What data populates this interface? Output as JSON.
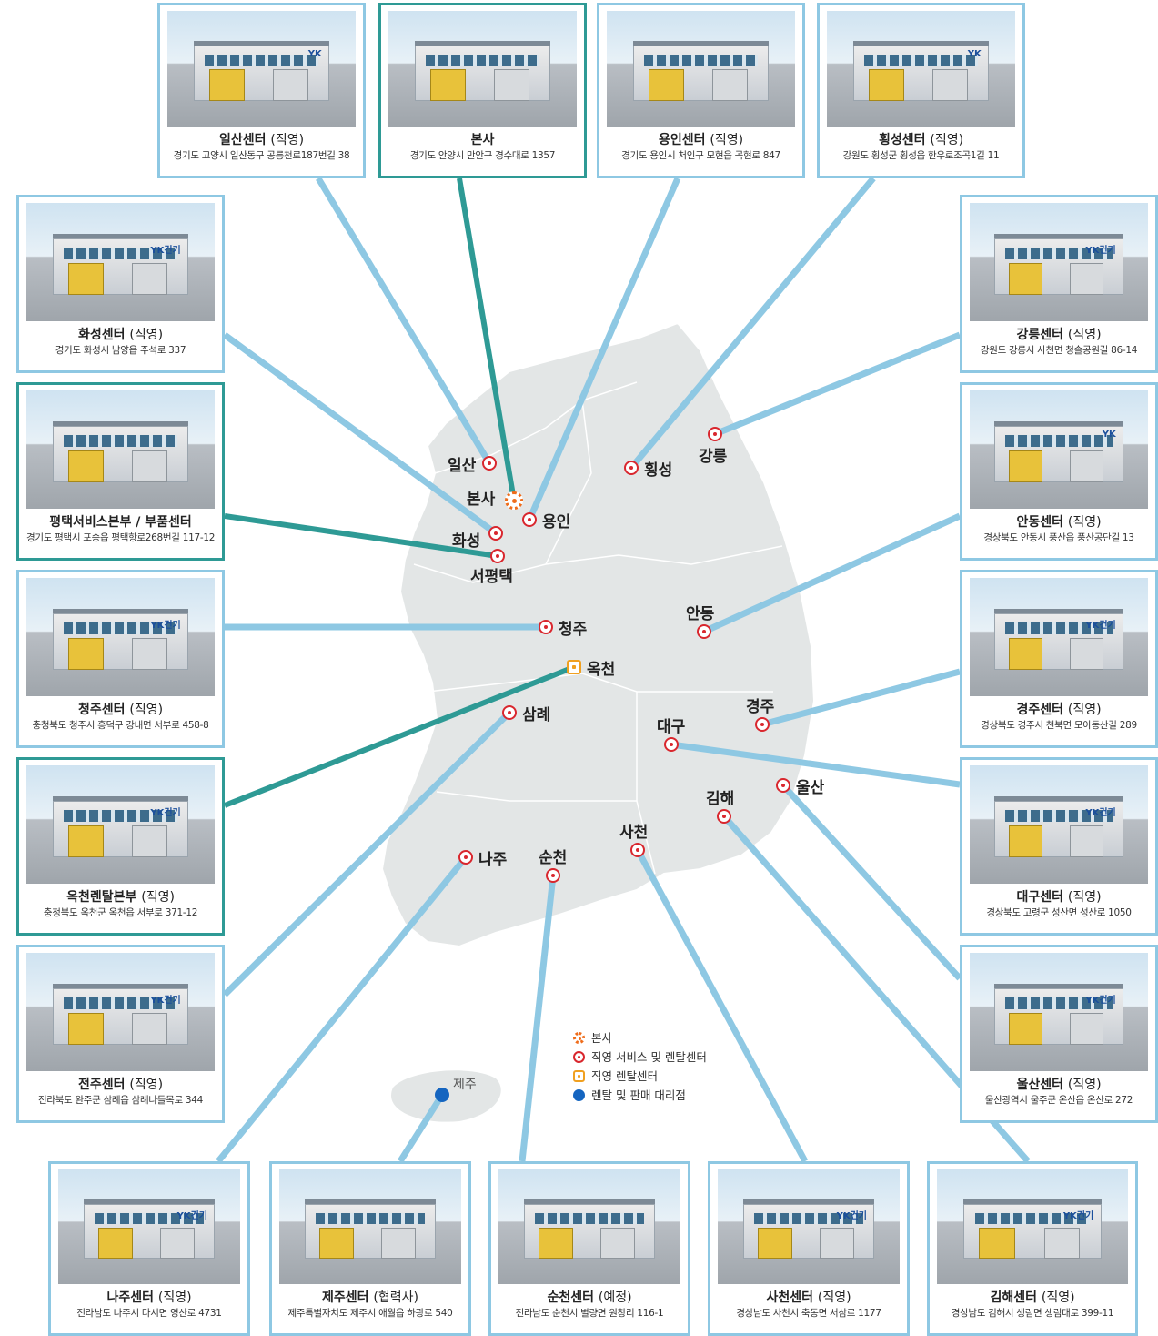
{
  "cards": [
    {
      "id": "ilsan",
      "title": "일산센터",
      "tag": "(직영)",
      "addr": "경기도 고양시 일산동구 공릉천로187번길 38",
      "logo": "YK"
    },
    {
      "id": "hq",
      "title": "본사",
      "tag": "",
      "addr": "경기도 안양시 만안구 경수대로 1357",
      "logo": ""
    },
    {
      "id": "yongin",
      "title": "용인센터",
      "tag": "(직영)",
      "addr": "경기도 용인시 처인구 모현읍 곡현로 847",
      "logo": ""
    },
    {
      "id": "hoengseong",
      "title": "횡성센터",
      "tag": "(직영)",
      "addr": "강원도 횡성군 횡성읍 한우로조곡1길 11",
      "logo": "YK"
    },
    {
      "id": "hwaseong",
      "title": "화성센터",
      "tag": "(직영)",
      "addr": "경기도 화성시 남양읍 주석로 337",
      "logo": "YK건기"
    },
    {
      "id": "gangneung",
      "title": "강릉센터",
      "tag": "(직영)",
      "addr": "강원도 강릉시 사천면 청솔공원길 86-14",
      "logo": "YK건기"
    },
    {
      "id": "pyeongtaek",
      "title": "평택서비스본부 / 부품센터",
      "tag": "",
      "addr": "경기도 평택시 포승읍 평택항로268번길 117-12",
      "logo": ""
    },
    {
      "id": "andong",
      "title": "안동센터",
      "tag": "(직영)",
      "addr": "경상북도 안동시 풍산읍 풍산공단길 13",
      "logo": "YK"
    },
    {
      "id": "cheongju",
      "title": "청주센터",
      "tag": "(직영)",
      "addr": "충청북도 청주시 흥덕구 강내면 서부로 458-8",
      "logo": "YK건기"
    },
    {
      "id": "gyeongju",
      "title": "경주센터",
      "tag": "(직영)",
      "addr": "경상북도 경주시 천북면 모아동산길 289",
      "logo": "YK건기"
    },
    {
      "id": "okcheon",
      "title": "옥천렌탈본부",
      "tag": "(직영)",
      "addr": "충청북도 옥천군 옥천읍 서부로 371-12",
      "logo": "YK건기"
    },
    {
      "id": "daegu",
      "title": "대구센터",
      "tag": "(직영)",
      "addr": "경상북도 고령군 성산면 성산로 1050",
      "logo": "YK건기"
    },
    {
      "id": "jeonju",
      "title": "전주센터",
      "tag": "(직영)",
      "addr": "전라북도 완주군 삼례읍 삼례나들목로 344",
      "logo": "YK건기"
    },
    {
      "id": "ulsan",
      "title": "울산센터",
      "tag": "(직영)",
      "addr": "울산광역시 울주군 온산읍 온산로 272",
      "logo": "YK건기"
    },
    {
      "id": "naju",
      "title": "나주센터",
      "tag": "(직영)",
      "addr": "전라남도 나주시 다시면 영산로 4731",
      "logo": "YK건기"
    },
    {
      "id": "jeju",
      "title": "제주센터",
      "tag": "(협력사)",
      "addr": "제주특별자치도 제주시 애월읍 하광로 540",
      "logo": ""
    },
    {
      "id": "suncheon",
      "title": "순천센터",
      "tag": "(예정)",
      "addr": "전라남도 순천시 별량면 원창리 116-1",
      "logo": ""
    },
    {
      "id": "sacheon",
      "title": "사천센터",
      "tag": "(직영)",
      "addr": "경상남도 사천시 축동면 서삼로 1177",
      "logo": "YK건기"
    },
    {
      "id": "gimhae",
      "title": "김해센터",
      "tag": "(직영)",
      "addr": "경상남도 김해시 생림면 생림대로 399-11",
      "logo": "YK건기"
    }
  ],
  "cities": [
    {
      "id": "ilsan",
      "label": "일산",
      "type": "direct"
    },
    {
      "id": "hq",
      "label": "본사",
      "type": "hq"
    },
    {
      "id": "yongin",
      "label": "용인",
      "type": "direct"
    },
    {
      "id": "hwaseong",
      "label": "화성",
      "type": "direct"
    },
    {
      "id": "pyeongtaek",
      "label": "서평택",
      "type": "direct"
    },
    {
      "id": "hoengseong",
      "label": "횡성",
      "type": "direct"
    },
    {
      "id": "gangneung",
      "label": "강릉",
      "type": "direct"
    },
    {
      "id": "cheongju",
      "label": "청주",
      "type": "direct"
    },
    {
      "id": "okcheon",
      "label": "옥천",
      "type": "rental"
    },
    {
      "id": "andong",
      "label": "안동",
      "type": "direct"
    },
    {
      "id": "samrye",
      "label": "삼례",
      "type": "direct"
    },
    {
      "id": "gyeongju",
      "label": "경주",
      "type": "direct"
    },
    {
      "id": "daegu",
      "label": "대구",
      "type": "direct"
    },
    {
      "id": "ulsan",
      "label": "울산",
      "type": "direct"
    },
    {
      "id": "gimhae",
      "label": "김해",
      "type": "direct"
    },
    {
      "id": "sacheon",
      "label": "사천",
      "type": "direct"
    },
    {
      "id": "naju",
      "label": "나주",
      "type": "direct"
    },
    {
      "id": "suncheon",
      "label": "순천",
      "type": "direct"
    },
    {
      "id": "jeju",
      "label": "제주",
      "type": "agency"
    }
  ],
  "legend": [
    {
      "type": "hq",
      "label": "본사"
    },
    {
      "type": "direct",
      "label": "직영 서비스 및 렌탈센터"
    },
    {
      "type": "rental",
      "label": "직영 렌탈센터"
    },
    {
      "type": "agency",
      "label": "렌탈 및 판매 대리점"
    }
  ],
  "colors": {
    "line": "#8ec8e3",
    "accent": "#2e9a95",
    "marker": "#d9272e",
    "hq": "#ef6c1a",
    "rental": "#f0a020",
    "agency": "#1565c0",
    "land": "#e3e6e6"
  }
}
